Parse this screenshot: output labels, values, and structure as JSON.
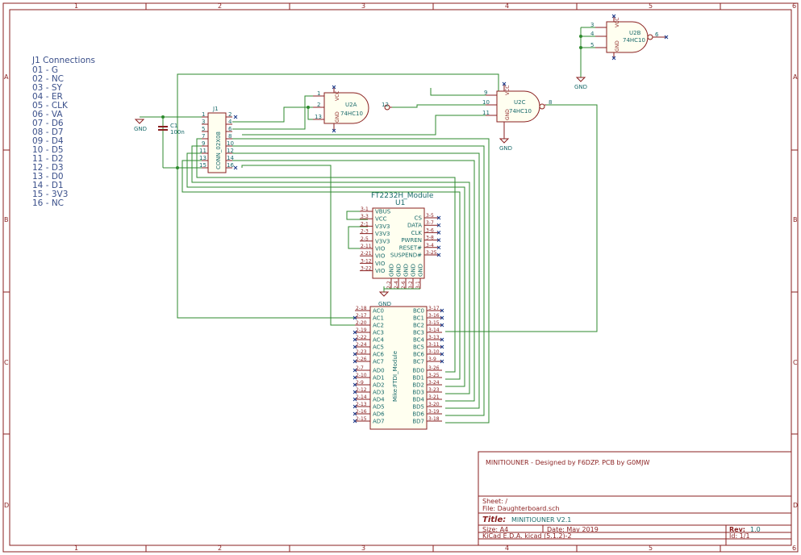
{
  "zones": {
    "columns": [
      "1",
      "2",
      "3",
      "4",
      "5",
      "6"
    ],
    "rows": [
      "A",
      "B",
      "C",
      "D"
    ]
  },
  "notes": {
    "heading": "J1 Connections",
    "lines": [
      "01 - G",
      "02 - NC",
      "03 - SY",
      "04 - ER",
      "05 - CLK",
      "06 - VA",
      "07 - D6",
      "08 - D7",
      "09 - D4",
      "10 - D5",
      "11 - D2",
      "12 - D3",
      "13 - D0",
      "14 - D1",
      "15 - 3V3",
      "16 - NC"
    ]
  },
  "j1": {
    "ref": "J1",
    "value": "CONN_02X08",
    "left_pins": [
      "1",
      "3",
      "5",
      "7",
      "9",
      "11",
      "13",
      "15"
    ],
    "right_pins": [
      "2",
      "4",
      "6",
      "8",
      "10",
      "12",
      "14",
      "16"
    ]
  },
  "c1": {
    "ref": "C1",
    "value": "100n"
  },
  "gnd": {
    "label": "GND"
  },
  "u2a": {
    "ref": "U2A",
    "value": "74HC10",
    "pins": [
      "1",
      "2",
      "13",
      "12"
    ],
    "vcc": "VCC",
    "gnd": "GND"
  },
  "u2b": {
    "ref": "U2B",
    "value": "74HC10",
    "pins": [
      "3",
      "4",
      "5",
      "6"
    ],
    "vcc": "VCC",
    "gnd": "GND"
  },
  "u2c": {
    "ref": "U2C",
    "value": "74HC10",
    "pins": [
      "9",
      "10",
      "11",
      "8"
    ],
    "vcc": "VCC",
    "gnd": "GND"
  },
  "ft_top": {
    "title": "FT2232H_Module",
    "ref": "U1",
    "left": [
      {
        "pin": "3-1",
        "name": "VBUS"
      },
      {
        "pin": "3-3",
        "name": "VCC"
      },
      {
        "pin": "2-1",
        "name": "V3V3"
      },
      {
        "pin": "2-3",
        "name": "V3V3"
      },
      {
        "pin": "2-5",
        "name": "V3V3"
      },
      {
        "pin": "2-11",
        "name": "VIO"
      },
      {
        "pin": "2-21",
        "name": "VIO"
      },
      {
        "pin": "3-12",
        "name": "VIO"
      },
      {
        "pin": "3-22",
        "name": "VIO"
      }
    ],
    "right": [
      {
        "pin": "3-5",
        "name": "CS"
      },
      {
        "pin": "3-7",
        "name": "DATA"
      },
      {
        "pin": "3-6",
        "name": "CLK"
      },
      {
        "pin": "3-8",
        "name": "PWREN"
      },
      {
        "pin": "3-4",
        "name": "RESET#"
      },
      {
        "pin": "3-25",
        "name": "SUSPEND#"
      }
    ],
    "bottom": [
      {
        "pin": "2-2",
        "name": "GND"
      },
      {
        "pin": "2-4",
        "name": "GND"
      },
      {
        "pin": "2-6",
        "name": "GND"
      },
      {
        "pin": "3-2",
        "name": "GND"
      },
      {
        "pin": "3-1",
        "name": "GND"
      }
    ]
  },
  "ft_bottom": {
    "value": "Mike:FTDI_Module",
    "left": [
      {
        "pin": "2-18",
        "name": "AC0"
      },
      {
        "pin": "2-17",
        "name": "AC1"
      },
      {
        "pin": "2-20",
        "name": "AC2"
      },
      {
        "pin": "2-19",
        "name": "AC3"
      },
      {
        "pin": "2-22",
        "name": "AC4"
      },
      {
        "pin": "2-24",
        "name": "AC5"
      },
      {
        "pin": "2-23",
        "name": "AC6"
      },
      {
        "pin": "2-26",
        "name": "AC7"
      },
      {
        "pin": "2-7",
        "name": "AD0"
      },
      {
        "pin": "2-10",
        "name": "AD1"
      },
      {
        "pin": "2-9",
        "name": "AD2"
      },
      {
        "pin": "2-12",
        "name": "AD3"
      },
      {
        "pin": "2-14",
        "name": "AD4"
      },
      {
        "pin": "2-13",
        "name": "AD5"
      },
      {
        "pin": "2-16",
        "name": "AD6"
      },
      {
        "pin": "2-15",
        "name": "AD7"
      }
    ],
    "right": [
      {
        "pin": "3-17",
        "name": "BC0"
      },
      {
        "pin": "3-16",
        "name": "BC1"
      },
      {
        "pin": "3-15",
        "name": "BC2"
      },
      {
        "pin": "3-14",
        "name": "BC3"
      },
      {
        "pin": "3-13",
        "name": "BC4"
      },
      {
        "pin": "3-11",
        "name": "BC5"
      },
      {
        "pin": "3-10",
        "name": "BC6"
      },
      {
        "pin": "3-9",
        "name": "BC7"
      },
      {
        "pin": "3-26",
        "name": "BD0"
      },
      {
        "pin": "3-25",
        "name": "BD1"
      },
      {
        "pin": "3-24",
        "name": "BD2"
      },
      {
        "pin": "3-23",
        "name": "BD3"
      },
      {
        "pin": "3-21",
        "name": "BD4"
      },
      {
        "pin": "3-20",
        "name": "BD5"
      },
      {
        "pin": "3-19",
        "name": "BD6"
      },
      {
        "pin": "3-18",
        "name": "BD7"
      }
    ]
  },
  "title_block": {
    "comment": "MINITIOUNER - Designed by F6DZP. PCB by G0MJW",
    "sheet": "Sheet: /",
    "file": "File: Daughterboard.sch",
    "title_label": "Title:",
    "title_value": "MINITIOUNER V2.1",
    "size": "Size: A4",
    "date": "Date:  May 2019",
    "rev_label": "Rev:",
    "rev_value": "1.0",
    "tool": "KiCad E.D.A.  kicad (5.1.2)-2",
    "id": "Id: 1/1"
  }
}
